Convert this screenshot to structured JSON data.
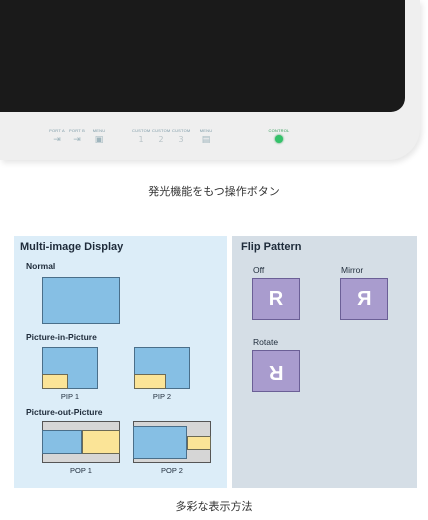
{
  "monitor": {
    "controls": [
      {
        "label": "PORT A",
        "icon": "input-arrow-icon",
        "glyph": "⇥"
      },
      {
        "label": "PORT B",
        "icon": "input-arrow-icon",
        "glyph": "⇥"
      },
      {
        "label": "MENU",
        "icon": "menu-icon",
        "glyph": "▣"
      },
      {
        "label": "CUSTOM",
        "glyph": "1"
      },
      {
        "label": "CUSTOM",
        "glyph": "2"
      },
      {
        "label": "CUSTOM",
        "glyph": "3"
      },
      {
        "label": "MENU",
        "icon": "menu-icon",
        "glyph": "▤"
      },
      {
        "label": "CONTROL",
        "icon": "power-led-icon"
      }
    ],
    "colors": {
      "screen": "#1a1a1a",
      "bezel": "#efefef",
      "power_led": "#34c26a"
    }
  },
  "caption_top": "発光機能をもつ操作ボタン",
  "diagram": {
    "multi": {
      "title": "Multi-image Display",
      "normal": "Normal",
      "pip": "Picture-in-Picture",
      "pip1": "PIP 1",
      "pip2": "PIP 2",
      "pop": "Picture-out-Picture",
      "pop1": "POP 1",
      "pop2": "POP 2"
    },
    "flip": {
      "title": "Flip Pattern",
      "off": "Off",
      "mirror": "Mirror",
      "rotate": "Rotate",
      "letter": "R"
    },
    "colors": {
      "left_panel": "#dcedf8",
      "right_panel": "#d5dee6",
      "main_image": "#86bfe4",
      "sub_image": "#fbe497",
      "flip_box": "#a99cce"
    }
  },
  "caption_bottom": "多彩な表示方法"
}
